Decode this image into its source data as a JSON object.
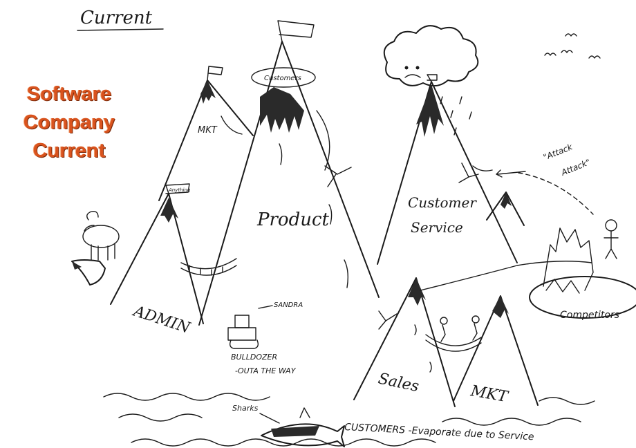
{
  "header": {
    "label": "Current"
  },
  "title": {
    "line1": "Software",
    "line2": "Company",
    "line3": "Current"
  },
  "mountains": {
    "mkt_small": "MKT",
    "product": "Product",
    "product_peak": "Customers",
    "admin": "ADMIN",
    "admin_flag": "Anything",
    "customer_service": [
      "Customer",
      "Service"
    ],
    "sales": "Sales",
    "mkt_right": "MKT"
  },
  "annotations": {
    "attack": [
      "\"Attack",
      "Attack\""
    ],
    "competitors": "Competitors",
    "bulldozer": [
      "BULLDOZER",
      "-OUTA THE WAY"
    ],
    "sandra": "SANDRA",
    "sharks": "Sharks",
    "customers_line": "CUSTOMERS -Evaporate due to Service"
  },
  "colors": {
    "title": "#d9531e",
    "ink": "#1a1a1a",
    "background": "#ffffff"
  }
}
